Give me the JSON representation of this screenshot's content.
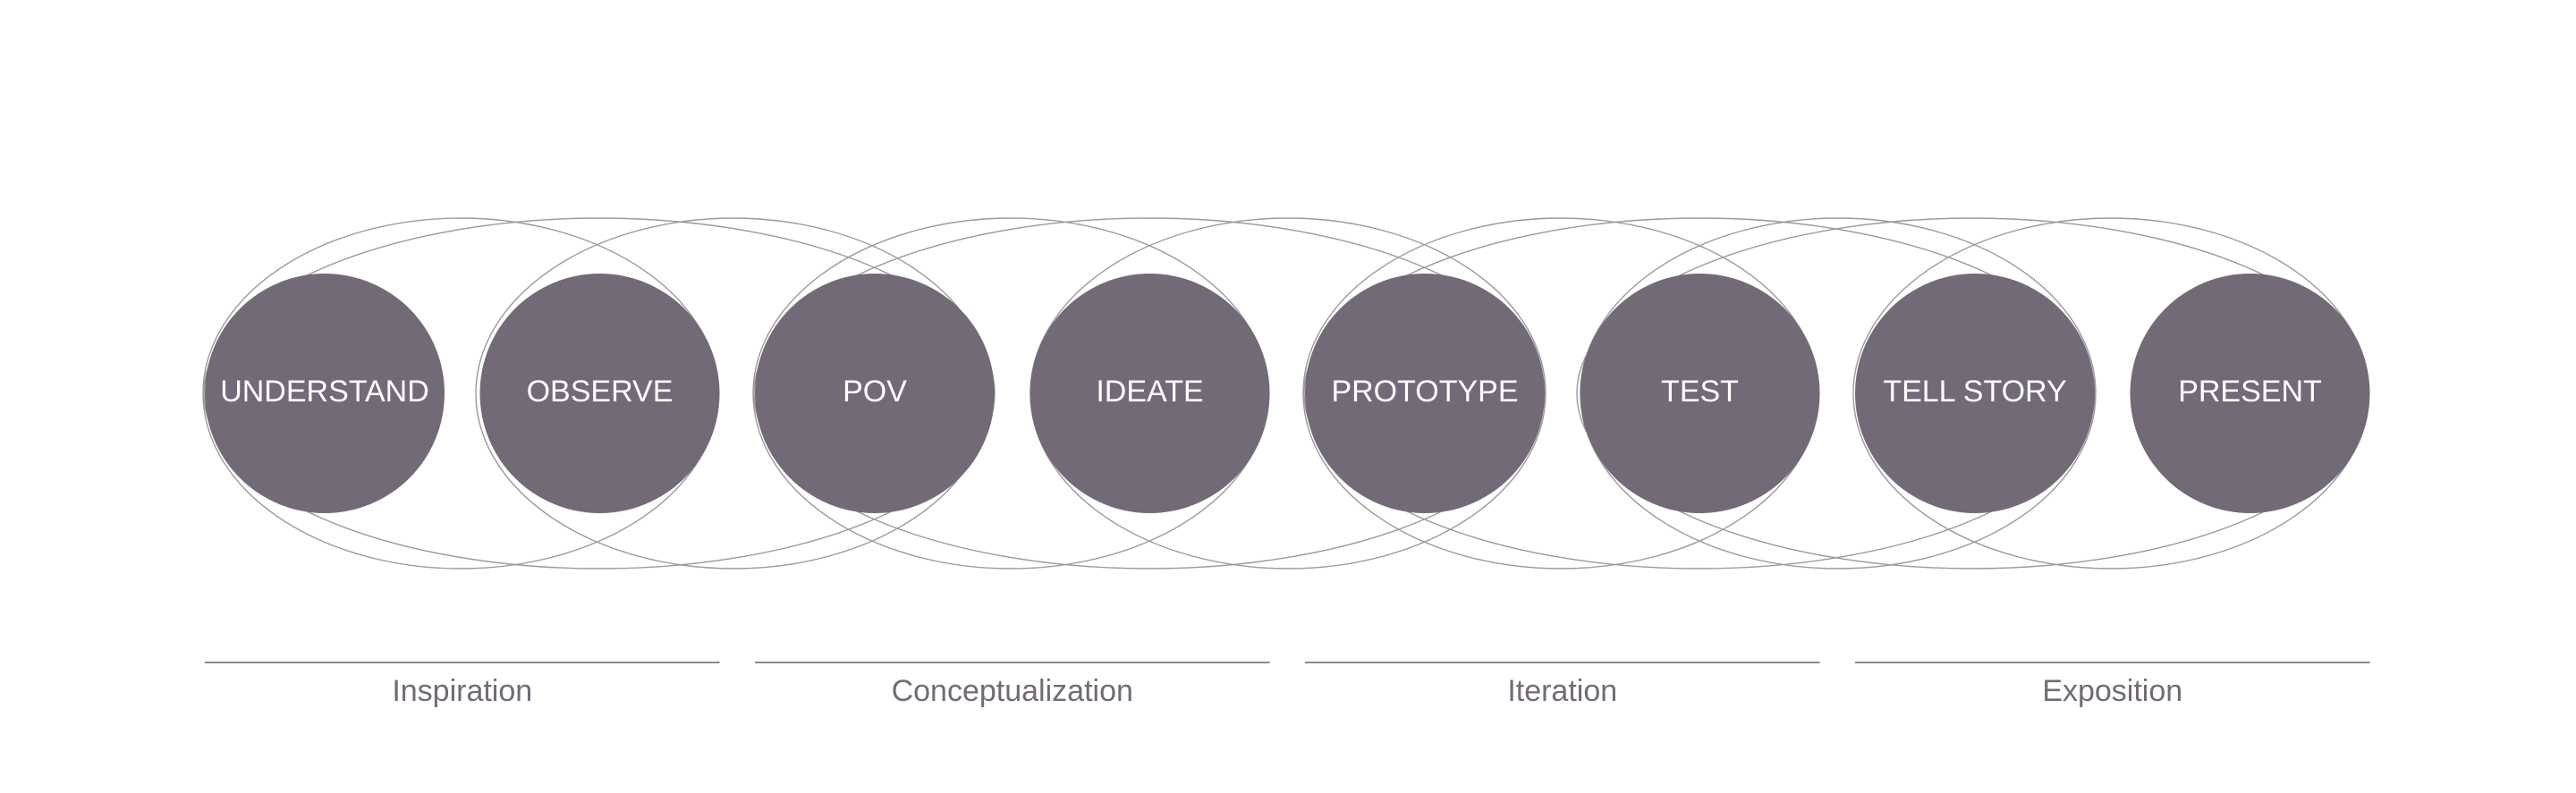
{
  "steps": [
    {
      "label": "UNDERSTAND"
    },
    {
      "label": "OBSERVE"
    },
    {
      "label": "POV"
    },
    {
      "label": "IDEATE"
    },
    {
      "label": "PROTOTYPE"
    },
    {
      "label": "TEST"
    },
    {
      "label": "TELL STORY"
    },
    {
      "label": "PRESENT"
    }
  ],
  "phases": [
    {
      "label": "Inspiration"
    },
    {
      "label": "Conceptualization"
    },
    {
      "label": "Iteration"
    },
    {
      "label": "Exposition"
    }
  ],
  "colors": {
    "node_fill": "#736a78",
    "node_text": "#ffffff",
    "outline": "#9a9a9a",
    "phase_text": "#736a78"
  }
}
